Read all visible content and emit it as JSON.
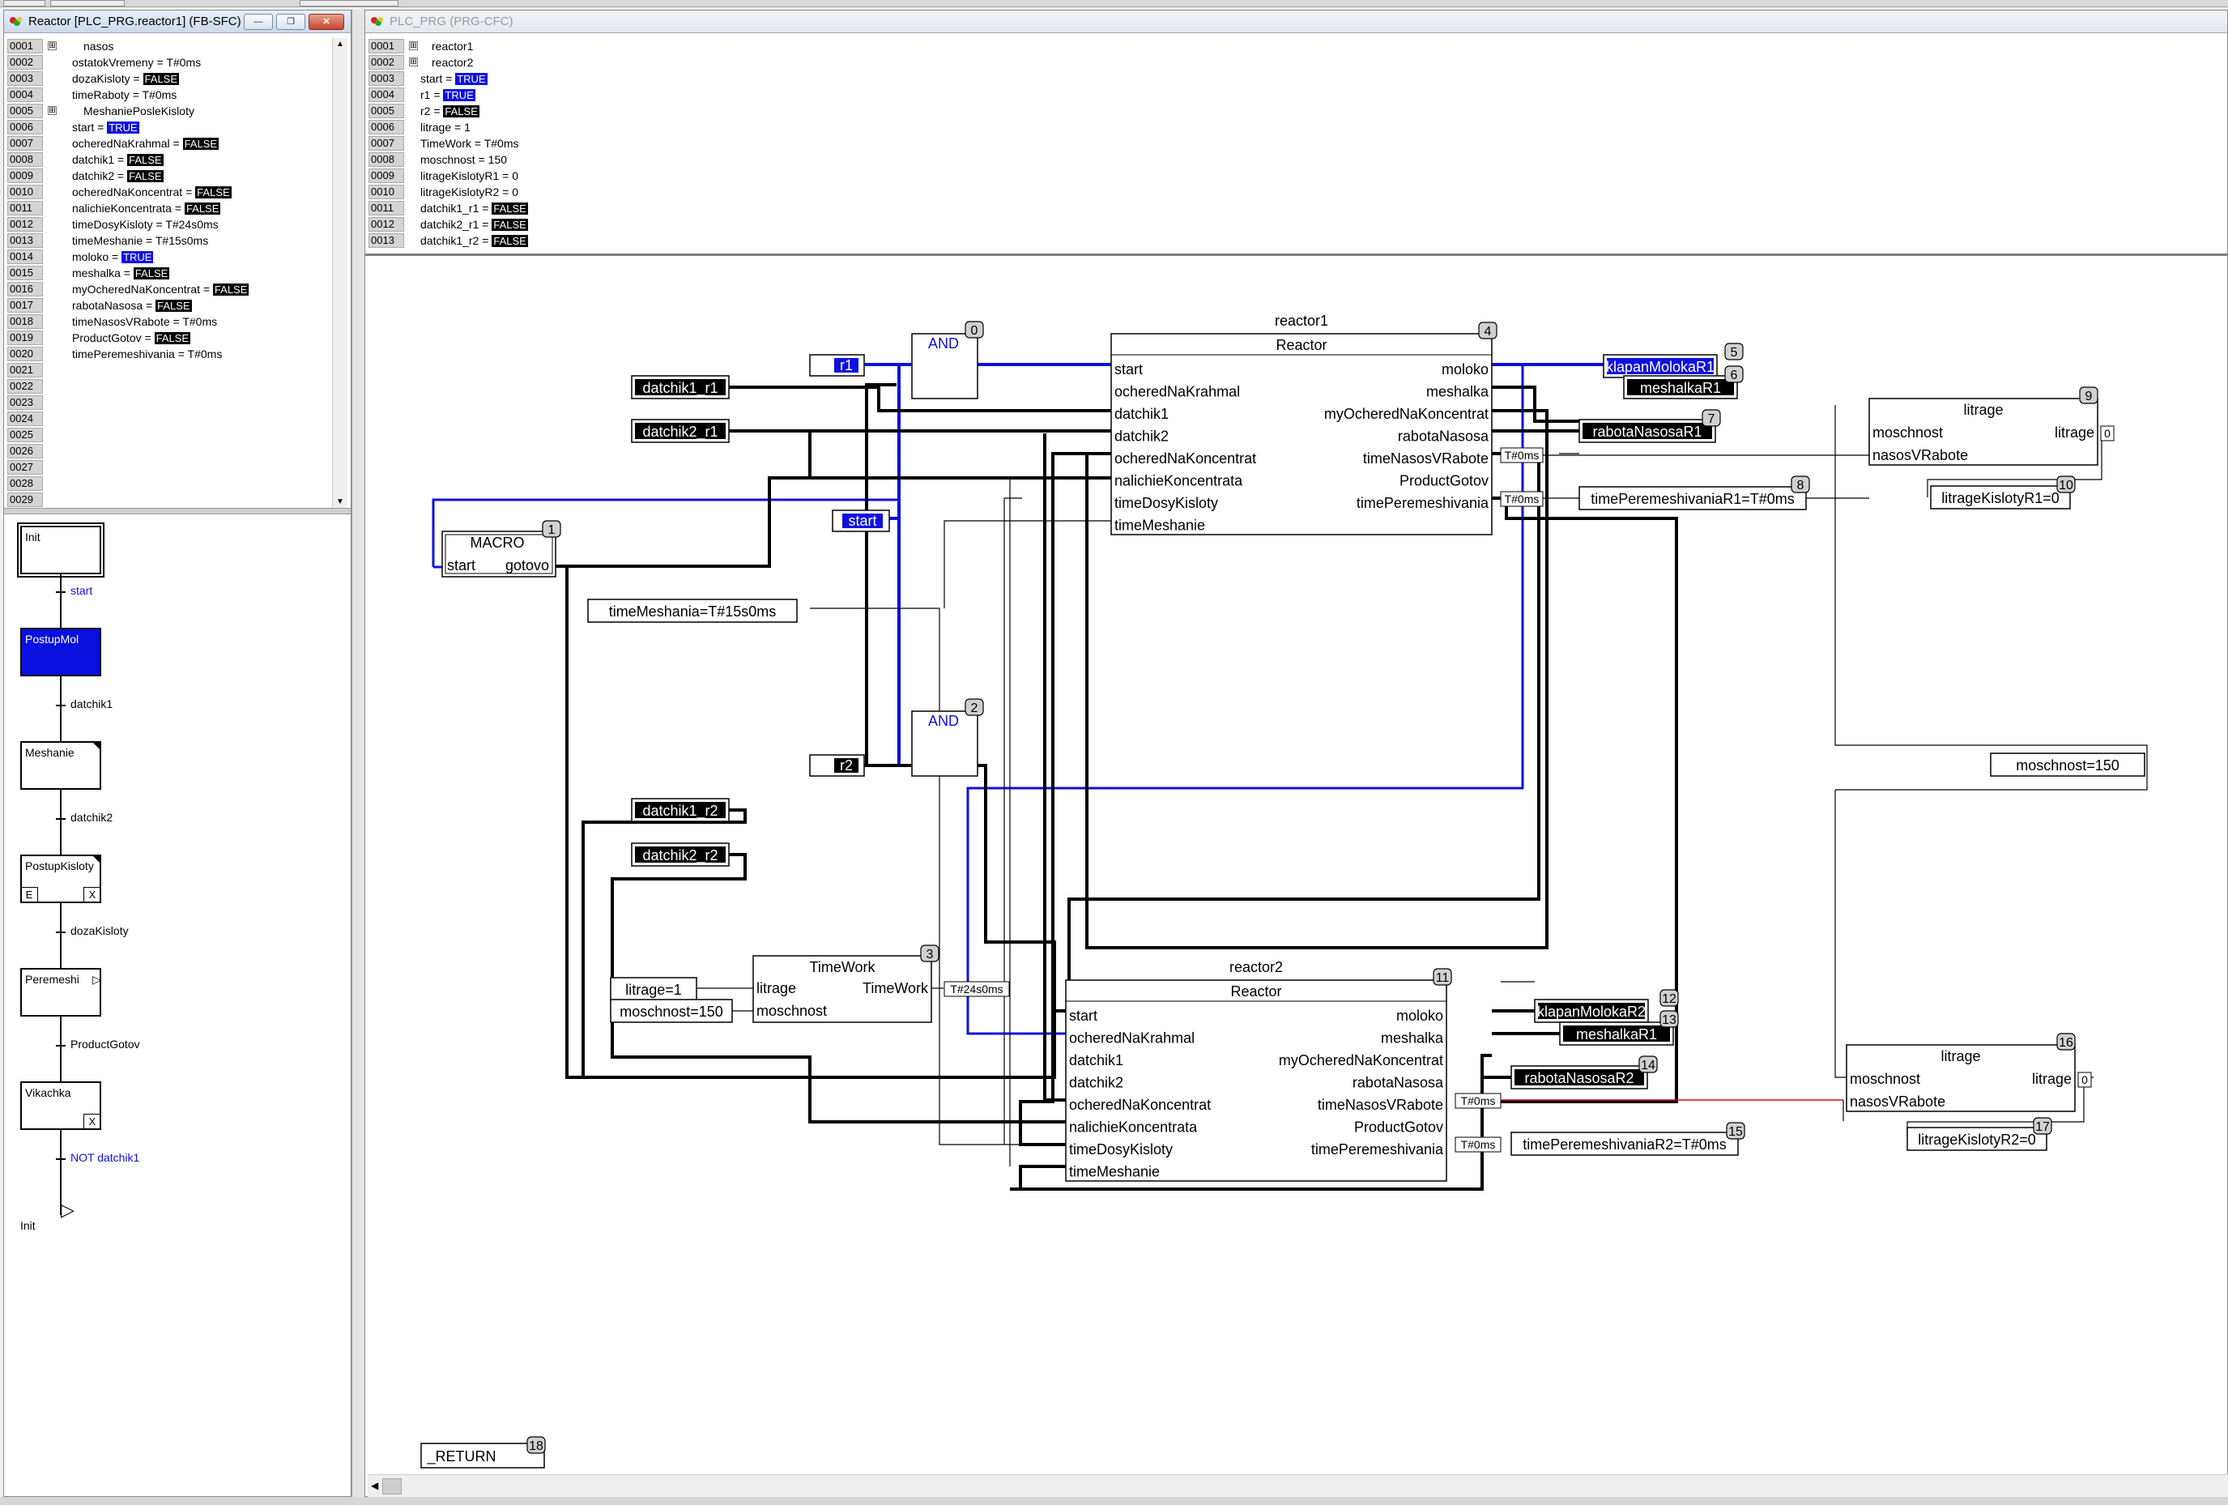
{
  "sfc_window": {
    "title": "Reactor [PLC_PRG.reactor1] (FB-SFC)",
    "buttons": {
      "minimize": "—",
      "restore": "❐",
      "close": "✕"
    },
    "vars": [
      {
        "num": "0001",
        "expand": "⊞",
        "text": "nasos"
      },
      {
        "num": "0002",
        "text": "ostatokVremeny = T#0ms"
      },
      {
        "num": "0003",
        "text": "dozaKisloty = ",
        "value": "FALSE",
        "state": "f"
      },
      {
        "num": "0004",
        "text": "timeRaboty = T#0ms"
      },
      {
        "num": "0005",
        "expand": "⊞",
        "text": "MeshaniePosleKisloty"
      },
      {
        "num": "0006",
        "text": "start = ",
        "value": "TRUE",
        "state": "t"
      },
      {
        "num": "0007",
        "text": "ocheredNaKrahmal = ",
        "value": "FALSE",
        "state": "f"
      },
      {
        "num": "0008",
        "text": "datchik1 = ",
        "value": "FALSE",
        "state": "f"
      },
      {
        "num": "0009",
        "text": "datchik2 = ",
        "value": "FALSE",
        "state": "f"
      },
      {
        "num": "0010",
        "text": "ocheredNaKoncentrat = ",
        "value": "FALSE",
        "state": "f"
      },
      {
        "num": "0011",
        "text": "nalichieKoncentrata = ",
        "value": "FALSE",
        "state": "f"
      },
      {
        "num": "0012",
        "text": "timeDosyKisloty = T#24s0ms"
      },
      {
        "num": "0013",
        "text": "timeMeshanie = T#15s0ms"
      },
      {
        "num": "0014",
        "text": "moloko = ",
        "value": "TRUE",
        "state": "t"
      },
      {
        "num": "0015",
        "text": "meshalka = ",
        "value": "FALSE",
        "state": "f"
      },
      {
        "num": "0016",
        "text": "myOcheredNaKoncentrat = ",
        "value": "FALSE",
        "state": "f"
      },
      {
        "num": "0017",
        "text": "rabotaNasosa = ",
        "value": "FALSE",
        "state": "f"
      },
      {
        "num": "0018",
        "text": "timeNasosVRabote = T#0ms"
      },
      {
        "num": "0019",
        "text": "ProductGotov = ",
        "value": "FALSE",
        "state": "f"
      },
      {
        "num": "0020",
        "text": "timePeremeshivania = T#0ms"
      },
      {
        "num": "0021",
        "text": ""
      },
      {
        "num": "0022",
        "text": ""
      },
      {
        "num": "0023",
        "text": ""
      },
      {
        "num": "0024",
        "text": ""
      },
      {
        "num": "0025",
        "text": ""
      },
      {
        "num": "0026",
        "text": ""
      },
      {
        "num": "0027",
        "text": ""
      },
      {
        "num": "0028",
        "text": ""
      },
      {
        "num": "0029",
        "text": ""
      }
    ],
    "steps": [
      {
        "name": "Init"
      },
      {
        "name": "PostupMol"
      },
      {
        "name": "Meshanie"
      },
      {
        "name": "PostupKisloty",
        "e": "E",
        "x": "X"
      },
      {
        "name": "Peremeshi"
      },
      {
        "name": "Vikachka",
        "x": "X"
      }
    ],
    "transitions": [
      "start",
      "datchik1",
      "datchik2",
      "dozaKisloty",
      "ProductGotov",
      "NOT datchik1"
    ],
    "jump_target": "Init"
  },
  "cfc_window": {
    "title": "PLC_PRG (PRG-CFC)",
    "vars": [
      {
        "num": "0001",
        "expand": "⊞",
        "text": "reactor1"
      },
      {
        "num": "0002",
        "expand": "⊞",
        "text": "reactor2"
      },
      {
        "num": "0003",
        "text": "start = ",
        "value": "TRUE",
        "state": "t"
      },
      {
        "num": "0004",
        "text": "r1 = ",
        "value": "TRUE",
        "state": "t"
      },
      {
        "num": "0005",
        "text": "r2 = ",
        "value": "FALSE",
        "state": "f"
      },
      {
        "num": "0006",
        "text": "litrage = 1"
      },
      {
        "num": "0007",
        "text": "TimeWork = T#0ms"
      },
      {
        "num": "0008",
        "text": "moschnost = 150"
      },
      {
        "num": "0009",
        "text": "litrageKislotyR1 = 0"
      },
      {
        "num": "0010",
        "text": "litrageKislotyR2 = 0"
      },
      {
        "num": "0011",
        "text": "datchik1_r1 = ",
        "value": "FALSE",
        "state": "f"
      },
      {
        "num": "0012",
        "text": "datchik2_r1 = ",
        "value": "FALSE",
        "state": "f"
      },
      {
        "num": "0013",
        "text": "datchik1_r2 = ",
        "value": "FALSE",
        "state": "f"
      }
    ],
    "diagram": {
      "and_label": "AND",
      "macro": {
        "title": "MACRO",
        "in": "start",
        "out": "gotovo",
        "num": "1"
      },
      "reactor_type": "Reactor",
      "reactor1": {
        "instance": "reactor1",
        "num": "4"
      },
      "reactor2": {
        "instance": "reactor2",
        "num": "11"
      },
      "reactor_inputs": [
        "start",
        "ocheredNaKrahmal",
        "datchik1",
        "datchik2",
        "ocheredNaKoncentrat",
        "nalichieKoncentrata",
        "timeDosyKisloty",
        "timeMeshanie"
      ],
      "reactor_outputs": [
        "moloko",
        "meshalka",
        "myOcheredNaKoncentrat",
        "rabotaNasosa",
        "timeNasosVRabote",
        "ProductGotov",
        "timePeremeshivania"
      ],
      "timework": {
        "title": "TimeWork",
        "in1": "litrage",
        "in2": "moschnost",
        "out": "TimeWork",
        "num": "3"
      },
      "litrage_fb": {
        "title": "litrage",
        "in1": "moschnost",
        "in2": "nasosVRabote",
        "out": "litrage"
      },
      "inputs": {
        "r1": "r1",
        "r2": "r2",
        "start": "start",
        "datchik1_r1": "datchik1_r1",
        "datchik2_r1": "datchik2_r1",
        "datchik1_r2": "datchik1_r2",
        "datchik2_r2": "datchik2_r2",
        "timeMeshania": "timeMeshania=T#15s0ms",
        "litrage": "litrage=1",
        "moschnost": "moschnost=150",
        "moschnost_right": "moschnost=150"
      },
      "outputs": {
        "klapanMolokaR1": "klapanMolokaR1",
        "meshalkaR1": "meshalkaR1",
        "rabotaNasosaR1": "rabotaNasosaR1",
        "timePeremeshivaniaR1": "timePeremeshivaniaR1=T#0ms",
        "litrageKislotyR1": "litrageKislotyR1=0",
        "klapanMolokaR2": "klapanMolokaR2",
        "meshalkaR1b": "meshalkaR1",
        "rabotaNasosaR2": "rabotaNasosaR2",
        "timePeremeshivaniaR2": "timePeremeshivaniaR2=T#0ms",
        "litrageKislotyR2": "litrageKislotyR2=0"
      },
      "mini": {
        "t0": "T#0ms",
        "t24": "T#24s0ms",
        "zero": "0"
      },
      "numbers": {
        "and0": "0",
        "and2": "2",
        "n5": "5",
        "n6": "6",
        "n7": "7",
        "n8": "8",
        "n9": "9",
        "n10": "10",
        "n12": "12",
        "n13": "13",
        "n14": "14",
        "n15": "15",
        "n16": "16",
        "n17": "17",
        "n18": "18"
      },
      "return_label": "_RETURN"
    }
  },
  "colors": {
    "active_true": "#1010e0",
    "false_bg": "#000000",
    "wire": "#000000",
    "wire_active": "#1010e0",
    "wire_red": "#d01010"
  }
}
